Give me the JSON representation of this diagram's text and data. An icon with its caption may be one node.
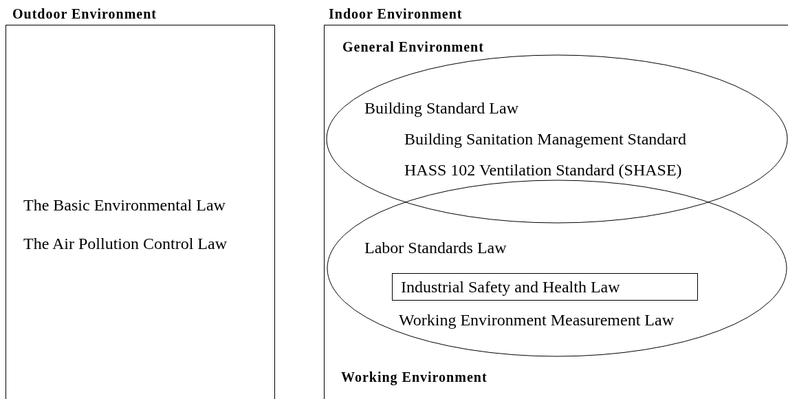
{
  "diagram": {
    "nodes": [
      {
        "text": [
          "Outdoor Environment",
          "The Basic Environmental Law",
          "The Air Pollution Control Law"
        ]
      },
      {
        "text": [
          "Indoor Environment"
        ]
      },
      {
        "text": [
          "General Environment",
          "Building Standard Law",
          "Building Sanitation Management Standard",
          "HASS 102 Ventilation Standard (SHASE)"
        ],
        "in": 1
      },
      {
        "text": [
          "Labor Standards Law",
          "Working Environment Measurement Law",
          "Working Environment"
        ],
        "in": 1
      },
      {
        "text": [
          "Industrial Safety and Health Law"
        ],
        "in": 3
      }
    ],
    "edges": []
  }
}
